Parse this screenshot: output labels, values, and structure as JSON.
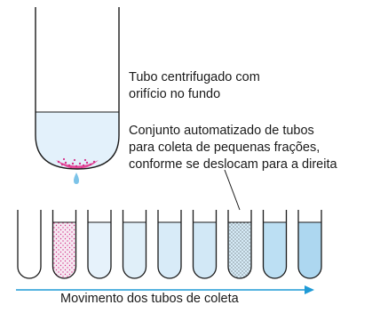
{
  "labels": {
    "centrifuge_tube": [
      "Tubo centrifugado com",
      "orifício no fundo"
    ],
    "collector": [
      "Conjunto automatizado de tubos",
      "para coleta de pequenas frações,",
      "conforme se deslocam para a direita"
    ],
    "movement": "Movimento dos tubos de coleta"
  },
  "colors": {
    "outline": "#1a1a1a",
    "liquid": "#e3f1fb",
    "drop": "#7cc3e8",
    "pink_band": "#d4338a",
    "arrow": "#1f9ad6"
  },
  "collection_tubes": [
    {
      "id": 1,
      "content": "empty",
      "fill": "none"
    },
    {
      "id": 2,
      "content": "pink dots",
      "fill": "#f6e9f2"
    },
    {
      "id": 3,
      "content": "light blue",
      "fill": "#e6f2fb"
    },
    {
      "id": 4,
      "content": "light blue",
      "fill": "#e0eff9"
    },
    {
      "id": 5,
      "content": "light blue",
      "fill": "#d8ebf8"
    },
    {
      "id": 6,
      "content": "light blue",
      "fill": "#d2e8f6"
    },
    {
      "id": 7,
      "content": "dark dots",
      "fill": "#d6ebf7"
    },
    {
      "id": 8,
      "content": "medium blue",
      "fill": "#bcdff3"
    },
    {
      "id": 9,
      "content": "medium blue",
      "fill": "#add7f0"
    }
  ]
}
